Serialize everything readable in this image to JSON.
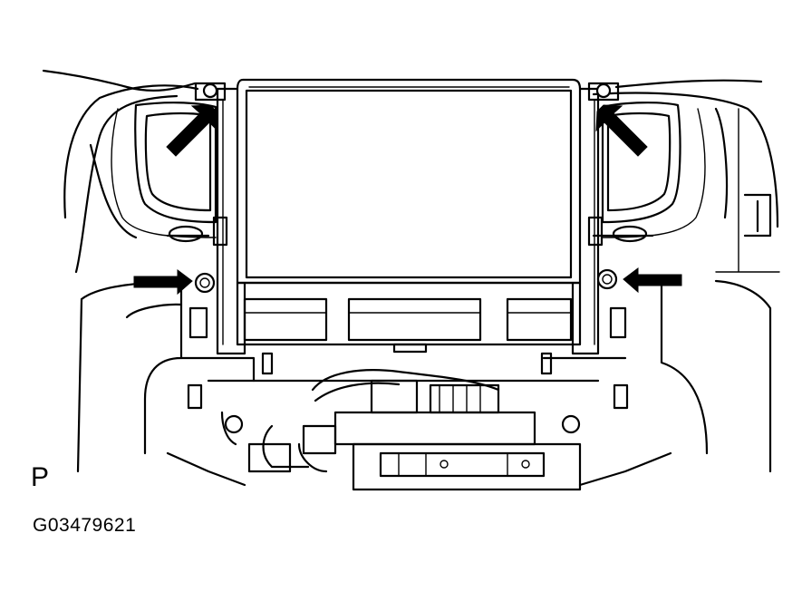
{
  "figure": {
    "corner_label": "P",
    "figure_id": "G03479621"
  },
  "colors": {
    "line": "#000000",
    "background": "#ffffff"
  },
  "callouts": [
    {
      "name": "arrow-upper-left"
    },
    {
      "name": "arrow-upper-right"
    },
    {
      "name": "arrow-lower-left"
    },
    {
      "name": "arrow-lower-right"
    }
  ]
}
